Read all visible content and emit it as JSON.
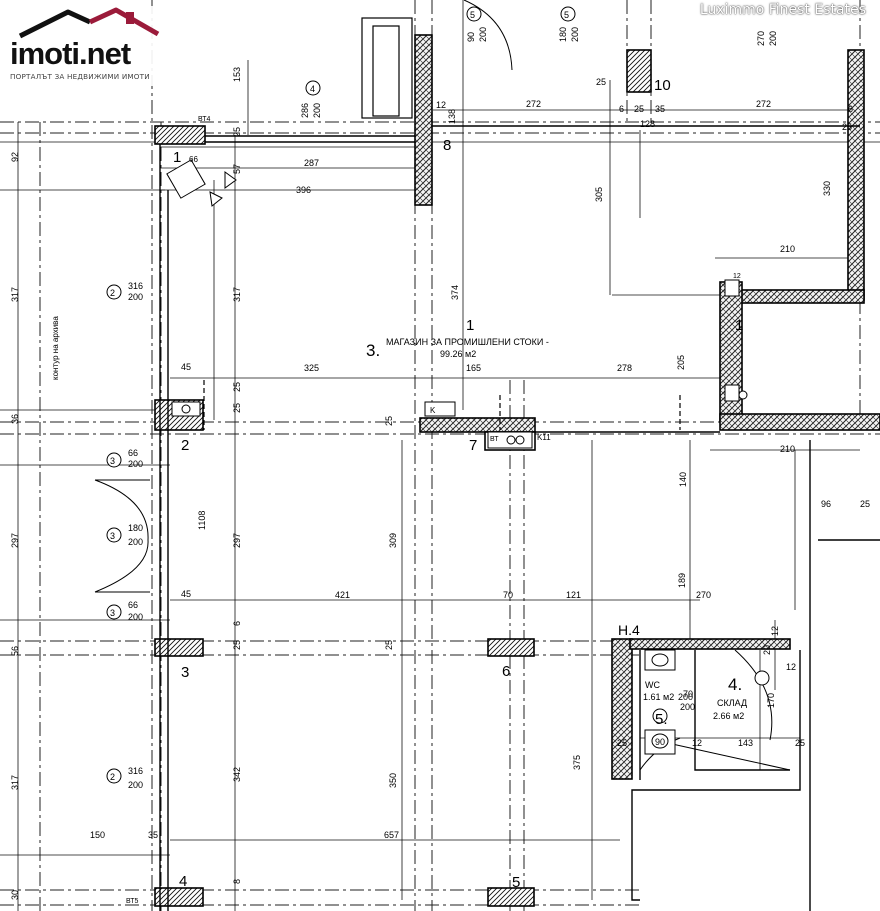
{
  "brand": {
    "logo_text": "imoti.net",
    "tagline": "ПОРТАЛЪТ ЗА НЕДВИЖИМИ ИМОТИ",
    "accent_color": "#9b1b3a"
  },
  "watermark": "Luximmo Finest Estates",
  "rooms": {
    "shop_number": "3.",
    "shop_name": "МАГАЗИН ЗА ПРОМИШЛЕНИ СТОКИ -",
    "shop_area": "99.26 м2",
    "storage_number": "4.",
    "storage_name": "СКЛАД",
    "storage_area": "2.66 м2",
    "wc_number": "5.",
    "wc_name": "WC",
    "wc_area": "1.61 м2",
    "section_label": "Н.4",
    "contour_label": "контур на архива"
  },
  "axes": {
    "a1": "1",
    "a2": "2",
    "a3": "3",
    "a4": "4",
    "a5": "5",
    "a6": "6",
    "a7": "7",
    "a8": "8",
    "a10": "10",
    "a11": "1"
  },
  "markers": {
    "door5a_num": "5",
    "door5a_w": "90",
    "door5a_h": "200",
    "door5b_num": "5",
    "door5b_w": "180",
    "door5b_h": "200",
    "door_top_w": "270",
    "door_top_h": "200",
    "win4_num": "4",
    "win4_w": "286",
    "win4_h": "200",
    "left_a_num": "2",
    "left_a_w": "316",
    "left_a_h": "200",
    "left_b_num": "3",
    "left_b_w": "66",
    "left_b_h": "200",
    "left_c_num": "3",
    "left_c_w": "180",
    "left_c_h": "200",
    "left_d_num": "3",
    "left_d_w": "66",
    "left_d_h": "200",
    "left_e_num": "2",
    "left_e_w": "316",
    "left_e_h": "200",
    "wc_door_w": "70",
    "wc_door_h": "200",
    "vent_label": "K11",
    "bt_label": "ВТ",
    "bt_label2": "ВТ4",
    "bt_label3": "ВТ5",
    "k_label": "K"
  },
  "dims": {
    "d272a": "272",
    "d272b": "272",
    "d6a": "6",
    "d6b": "6",
    "d25a": "25",
    "d35a": "35",
    "d25b": "25",
    "d128": "128",
    "d25c": "25",
    "d12a": "12",
    "d138": "138",
    "d287": "287",
    "d396": "396",
    "d305": "305",
    "d330": "330",
    "d210a": "210",
    "d12b": "12",
    "d374": "374",
    "d153": "153",
    "d25d": "25",
    "d66": "66",
    "d57": "57",
    "d92": "92",
    "d317a": "317",
    "d317b": "317",
    "d45a": "45",
    "d325": "325",
    "d165": "165",
    "d278": "278",
    "d205": "205",
    "d25e": "25",
    "d25f": "25",
    "d36": "36",
    "d25g": "25",
    "d210b": "210",
    "d140": "140",
    "d96": "96",
    "d25h": "25",
    "d1108": "1108",
    "d297a": "297",
    "d297b": "297",
    "d309": "309",
    "d45b": "45",
    "d421": "421",
    "d70": "70",
    "d121": "121",
    "d189": "189",
    "d270": "270",
    "d6c": "6",
    "d56": "56",
    "d25i": "25",
    "d25j": "25",
    "d12c": "12",
    "d200": "200",
    "d90": "90",
    "d170": "170",
    "d12d": "12",
    "d25k": "25",
    "d20": "20",
    "d12e": "12",
    "d143": "143",
    "d25l": "25",
    "d317c": "317",
    "d342": "342",
    "d350": "350",
    "d375": "375",
    "d150": "150",
    "d35b": "35",
    "d657": "657",
    "d30": "30",
    "d8": "8"
  }
}
